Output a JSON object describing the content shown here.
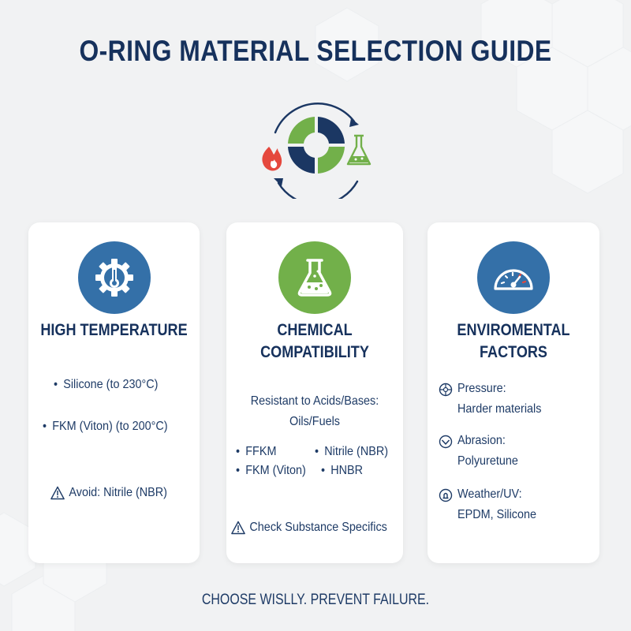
{
  "title": "O-RING MATERIAL SELECTION GUIDE",
  "hero": {
    "icons": [
      "flame-icon",
      "o-ring-segments-icon",
      "flask-icon",
      "cycle-arrows-icon"
    ]
  },
  "cards": [
    {
      "icon": "thermometer-gear-icon",
      "heading": "HIGH TEMPERATURE",
      "bullets": [
        "Silicone (to 230°C)",
        "FKM (Viton) (to 200°C)"
      ],
      "warning": "Avoid: Nitrile (NBR)"
    },
    {
      "icon": "flask-icon",
      "heading_line1": "CHEMICAL",
      "heading_line2": "COMPATIBILITY",
      "intro_line1": "Resistant to Acids/Bases:",
      "intro_line2": "Oils/Fuels",
      "bullets": [
        "FFKM",
        "Nitrile (NBR)",
        "FKM (Viton)",
        "HNBR"
      ],
      "warning": "Check Substance Specifics"
    },
    {
      "icon": "gauge-icon",
      "heading_line1": "ENVIROMENTAL",
      "heading_line2": "FACTORS",
      "factors": [
        {
          "icon": "pressure-icon",
          "label": "Pressure:",
          "value": "Harder materials"
        },
        {
          "icon": "abrasion-icon",
          "label": "Abrasion:",
          "value": "Polyuretune"
        },
        {
          "icon": "weather-icon",
          "label": "Weather/UV:",
          "value": "EPDM, Silicone"
        }
      ]
    }
  ],
  "footer": "CHOOSE WISLLY. PREVENT FAILURE.",
  "colors": {
    "navy": "#16315c",
    "blue": "#3470a8",
    "green": "#72b04a",
    "red": "#e5483d",
    "background": "#f1f2f3",
    "card": "#ffffff"
  }
}
